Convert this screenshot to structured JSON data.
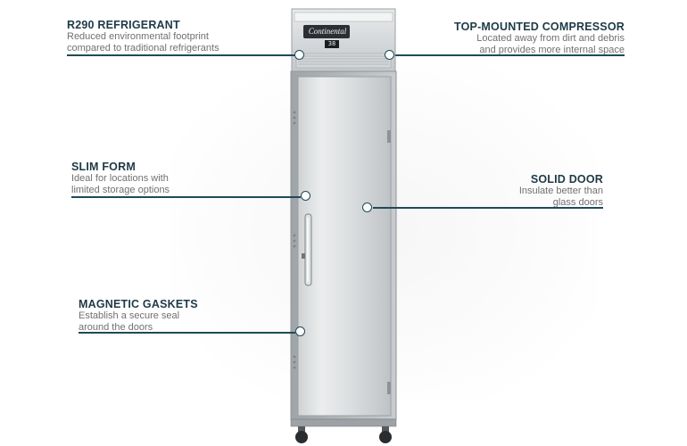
{
  "callouts": {
    "r290": {
      "title": "R290 REFRIGERANT",
      "desc_line1": "Reduced environmental footprint",
      "desc_line2": "compared to traditional refrigerants"
    },
    "compressor": {
      "title": "TOP-MOUNTED COMPRESSOR",
      "desc_line1": "Located away from dirt and debris",
      "desc_line2": "and provides more internal space"
    },
    "slim": {
      "title": "SLIM FORM",
      "desc_line1": "Ideal for locations with",
      "desc_line2": "limited storage options"
    },
    "door": {
      "title": "SOLID DOOR",
      "desc_line1": "Insulate better than",
      "desc_line2": "glass doors"
    },
    "gaskets": {
      "title": "MAGNETIC GASKETS",
      "desc_line1": "Establish a secure seal",
      "desc_line2": "around the doors"
    }
  },
  "product": {
    "brand": "Continental",
    "display": "38"
  },
  "colors": {
    "accent": "#1f4a58",
    "title": "#1e3a46",
    "desc": "#707070"
  }
}
